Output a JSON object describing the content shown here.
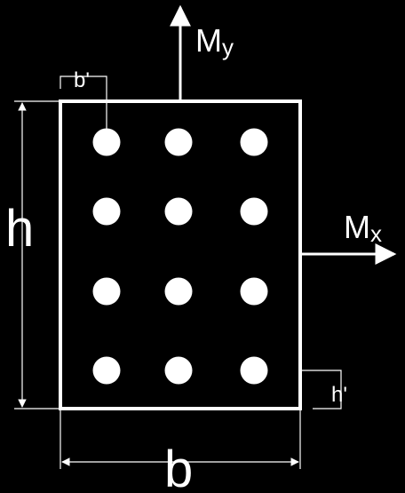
{
  "colors": {
    "background": "#000000",
    "stroke": "#ffffff"
  },
  "labels": {
    "moment_y": {
      "main": "M",
      "sub": "y"
    },
    "moment_x": {
      "main": "M",
      "sub": "x"
    },
    "height": "h",
    "width": "b",
    "cover_b": "b'",
    "cover_h": "h'"
  },
  "section": {
    "bar_rows": 4,
    "bar_cols": 3
  }
}
